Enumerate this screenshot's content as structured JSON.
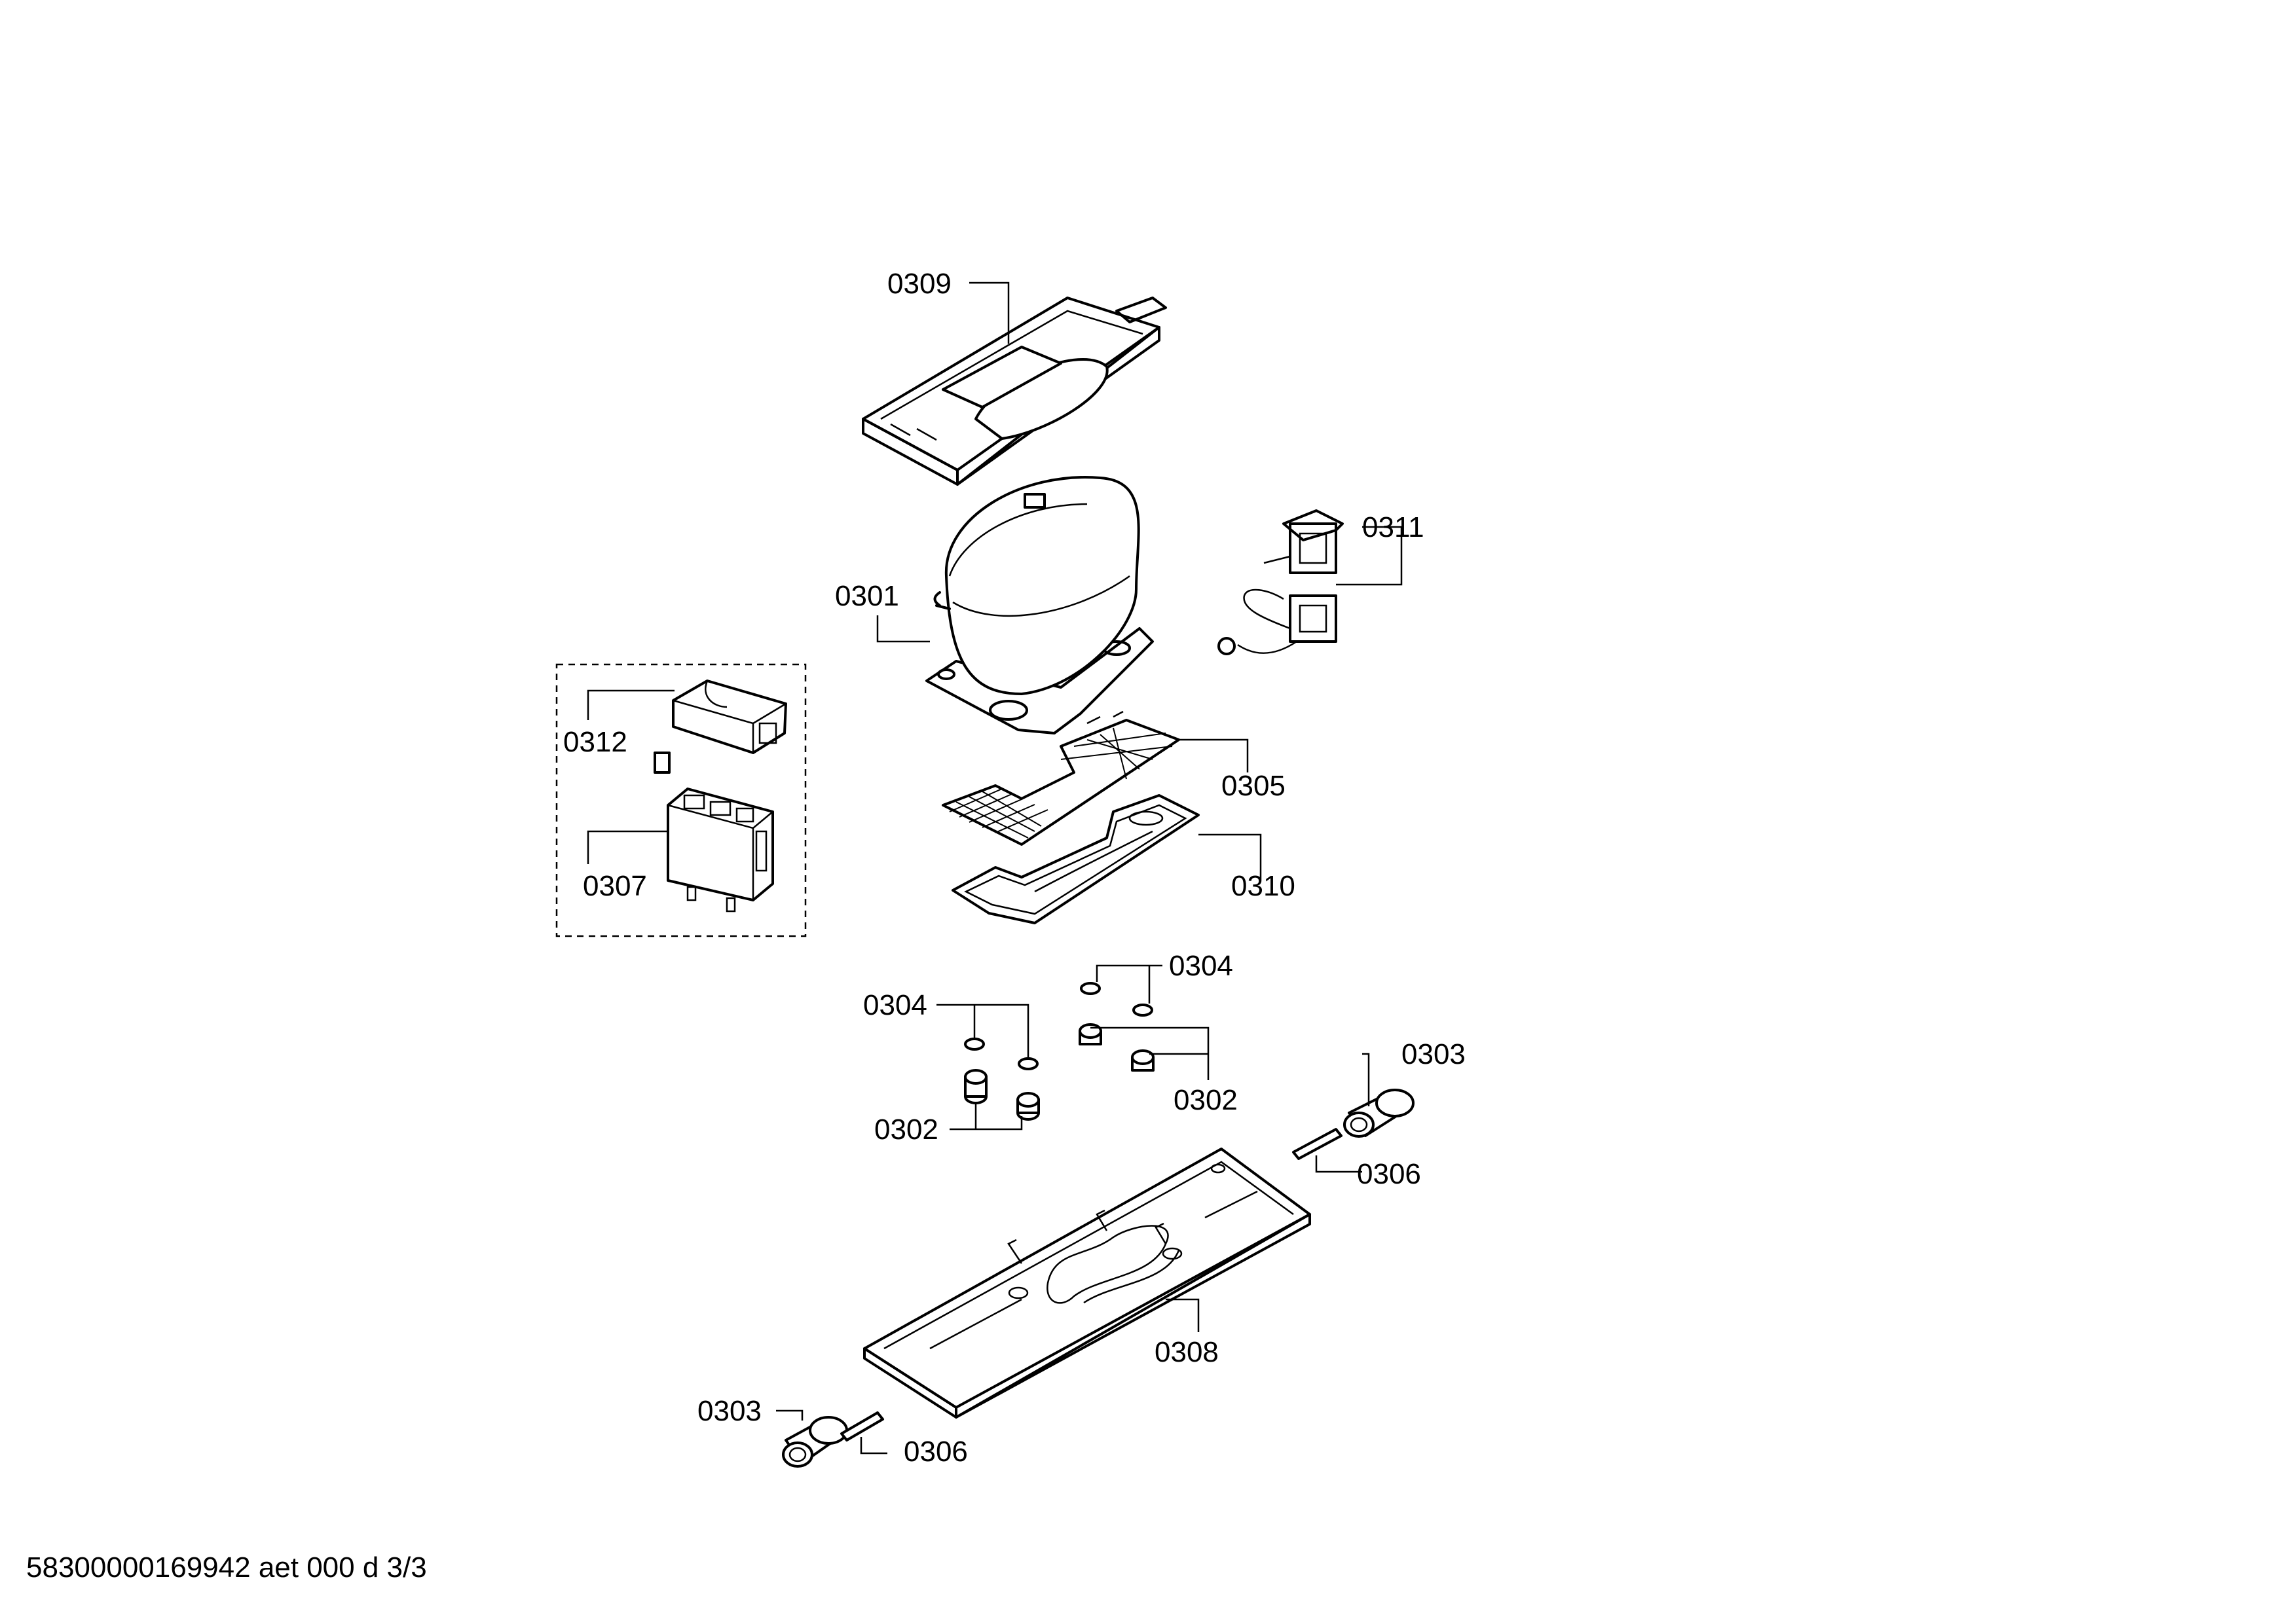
{
  "labels": {
    "l0309": "0309",
    "l0311": "0311",
    "l0301": "0301",
    "l0312": "0312",
    "l0305": "0305",
    "l0307": "0307",
    "l0310": "0310",
    "l0304a": "0304",
    "l0304b": "0304",
    "l0303a": "0303",
    "l0302a": "0302",
    "l0302b": "0302",
    "l0306a": "0306",
    "l0308": "0308",
    "l0303b": "0303",
    "l0306b": "0306"
  },
  "footer": {
    "doc_id": "58300000169942 aet 000 d 3/3"
  }
}
